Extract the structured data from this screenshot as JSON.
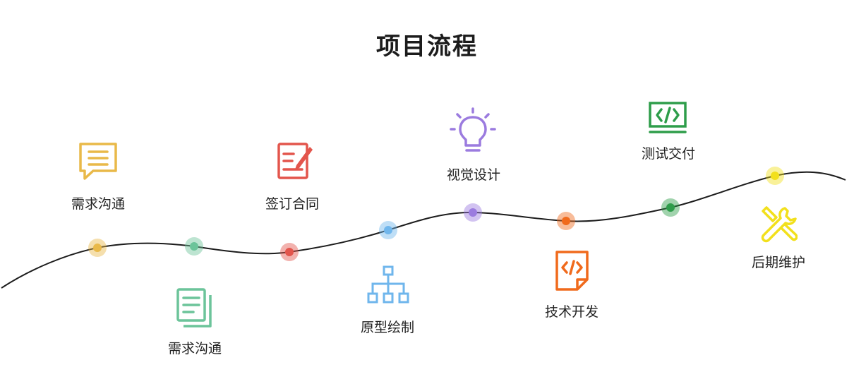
{
  "title": "项目流程",
  "steps": [
    {
      "label": "需求沟通",
      "icon": "chat-bubble-icon",
      "color": "#E9B949"
    },
    {
      "label": "需求沟通",
      "icon": "document-stack-icon",
      "color": "#6CC49A"
    },
    {
      "label": "签订合同",
      "icon": "contract-sign-icon",
      "color": "#E3554C"
    },
    {
      "label": "原型绘制",
      "icon": "sitemap-icon",
      "color": "#6FB6EC"
    },
    {
      "label": "视觉设计",
      "icon": "lightbulb-icon",
      "color": "#9B7BDF"
    },
    {
      "label": "技术开发",
      "icon": "code-file-icon",
      "color": "#F06A1C"
    },
    {
      "label": "测试交付",
      "icon": "code-monitor-icon",
      "color": "#2E9D4A"
    },
    {
      "label": "后期维护",
      "icon": "wrench-screwdriver-icon",
      "color": "#F2E01C"
    }
  ]
}
